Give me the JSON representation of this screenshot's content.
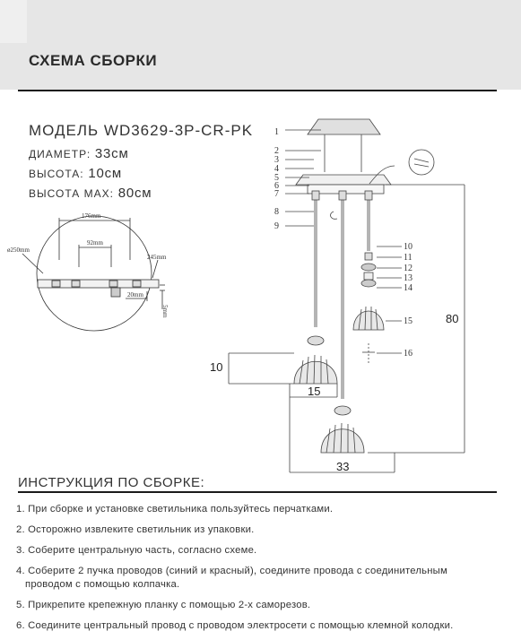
{
  "header": {
    "title": "СХЕМА СБОРКИ"
  },
  "model": "МОДЕЛЬ WD3629-3P-CR-PK",
  "specs": [
    {
      "label": "ДИАМЕТР:",
      "value": "33см"
    },
    {
      "label": "ВЫСОТА:",
      "value": "10см"
    },
    {
      "label": "ВЫСОТА MAX:",
      "value": "80см"
    }
  ],
  "mount_dims": {
    "diameter": "ø250mm",
    "width": "176mm",
    "inner": "92mm",
    "height": "245mm",
    "offset": "20mm",
    "thickness": "5mm"
  },
  "part_numbers": [
    "1",
    "2",
    "3",
    "4",
    "5",
    "6",
    "7",
    "8",
    "9",
    "10",
    "11",
    "12",
    "13",
    "14",
    "15",
    "16"
  ],
  "dimensions": {
    "height_max": "80",
    "shade_height": "10",
    "shade_width": "15",
    "total_width": "33"
  },
  "instructions": {
    "heading": "ИНСТРУКЦИЯ ПО СБОРКЕ:",
    "steps": [
      {
        "n": "1.",
        "text": "При сборке и установке светильника пользуйтесь перчатками."
      },
      {
        "n": "2.",
        "text": "Осторожно извлеките светильник из упаковки."
      },
      {
        "n": "3.",
        "text": "Соберите центральную часть, согласно схеме."
      },
      {
        "n": "4.",
        "text": "Соберите 2 пучка проводов (синий и красный), соедините провода с соединительным",
        "cont": "проводом с помощью колпачка."
      },
      {
        "n": "5.",
        "text": "Прикрепите крепежную планку с помощью 2-х саморезов."
      },
      {
        "n": "6.",
        "text": "Соедините центральный провод с проводом электросети с помощью клемной колодки."
      }
    ]
  }
}
